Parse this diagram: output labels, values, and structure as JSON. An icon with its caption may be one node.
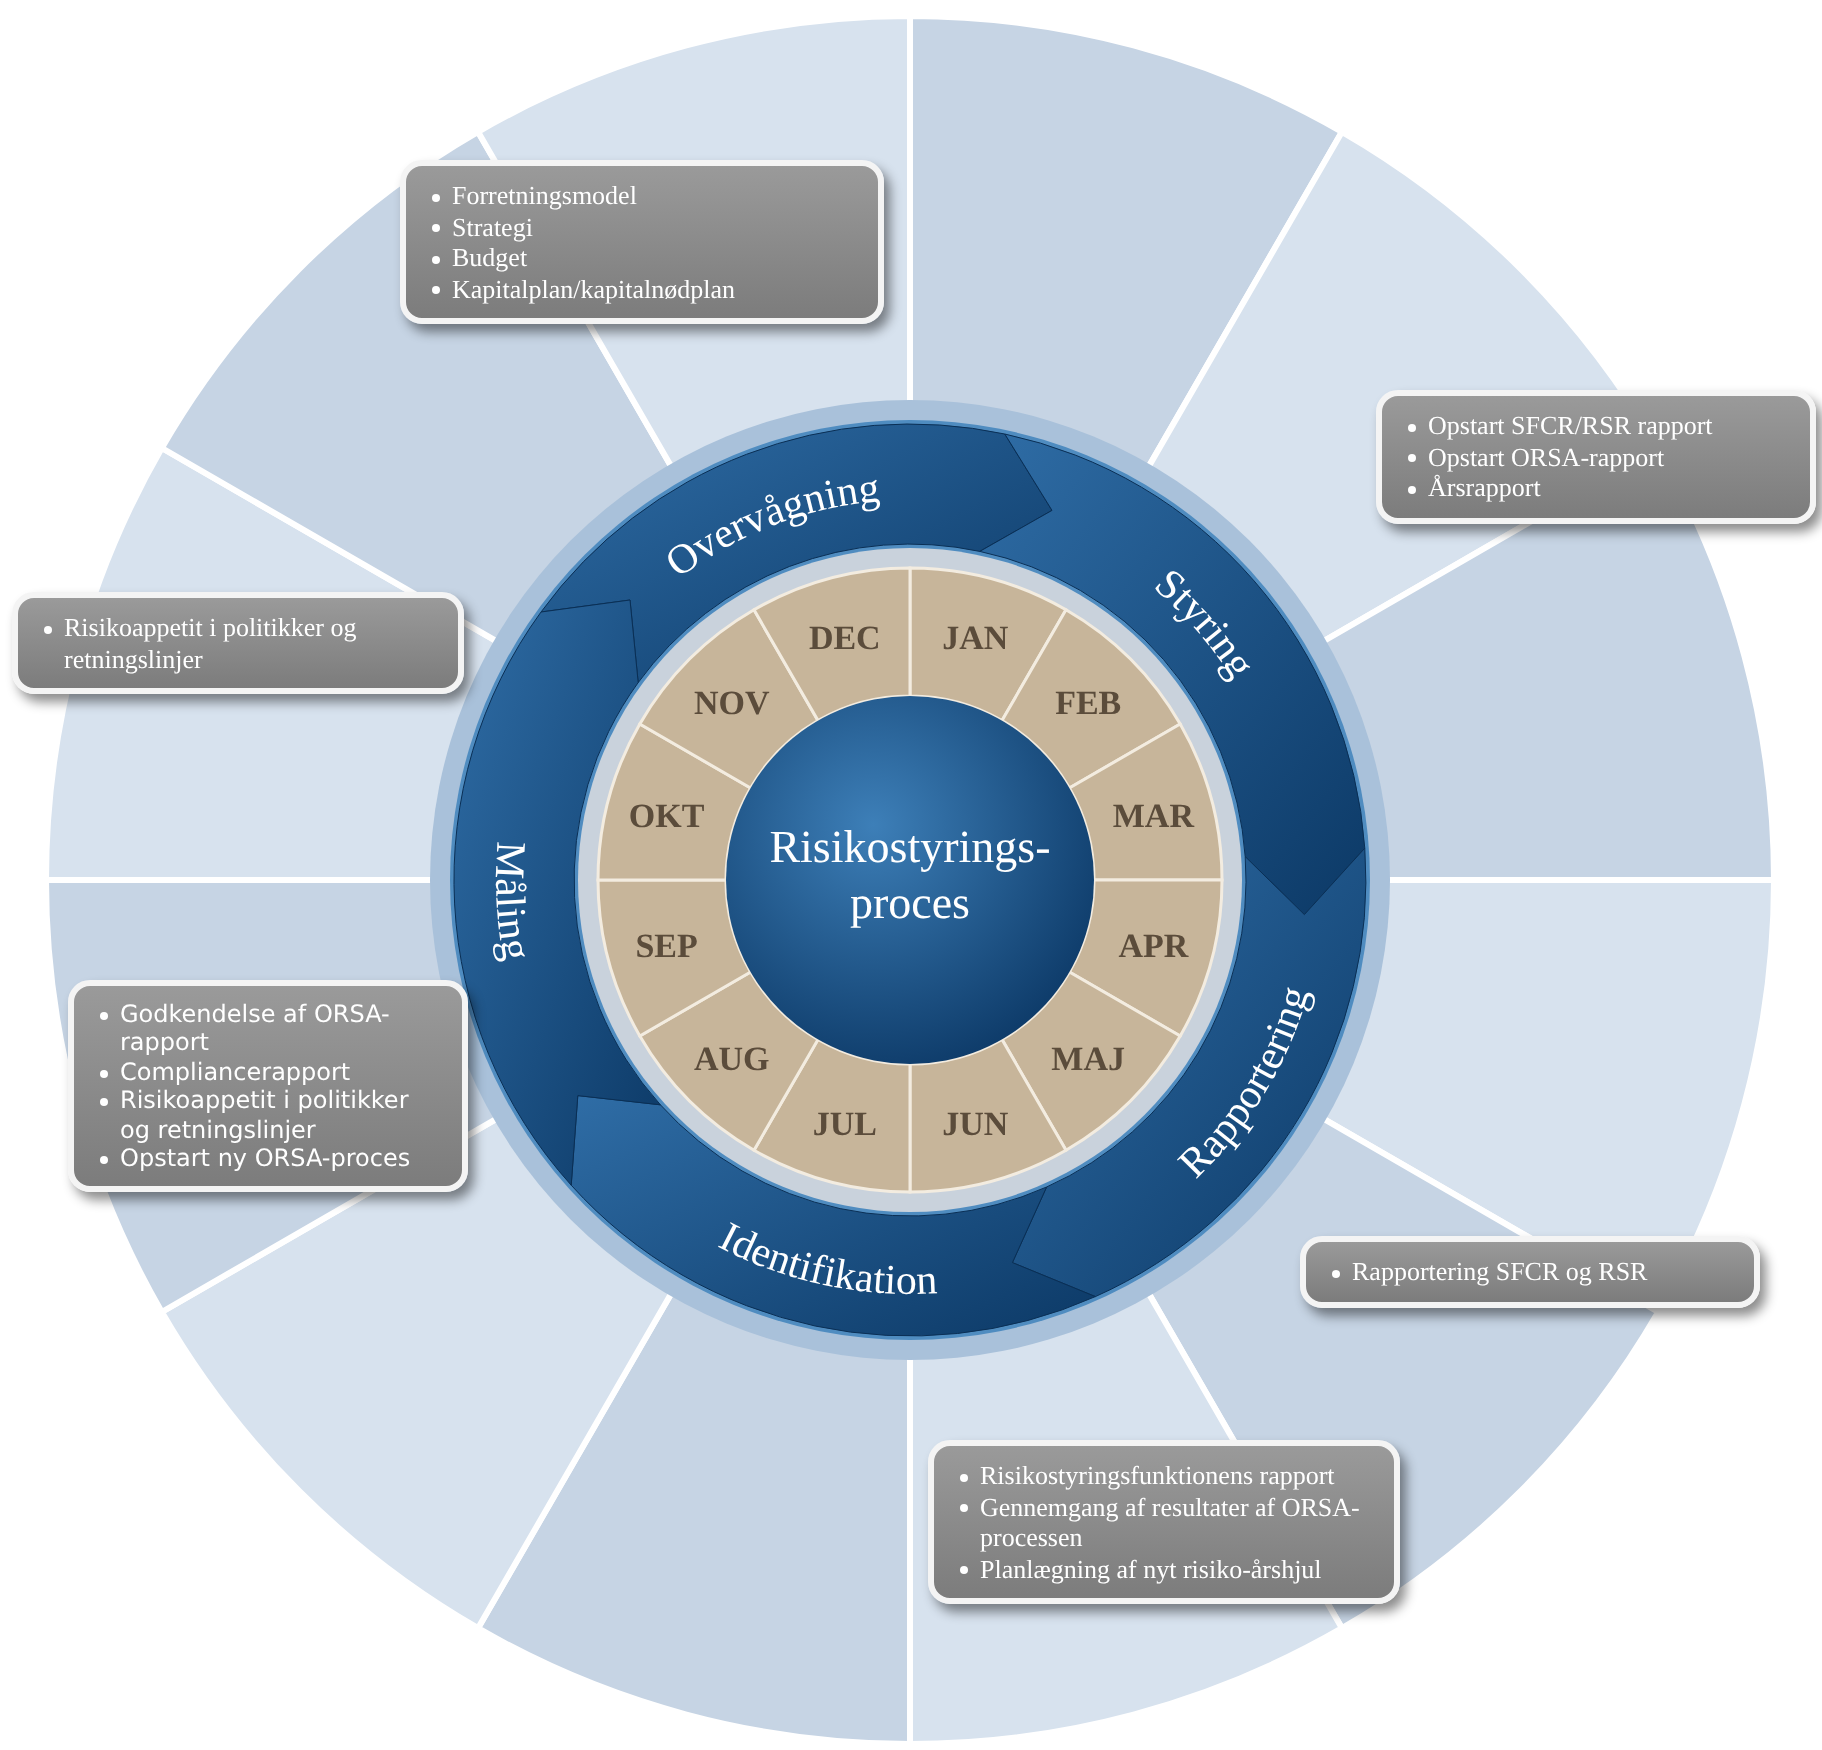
{
  "diagram": {
    "nodes": [
      {
        "text": [
          "Forretningsmodel",
          "Strategi",
          "Budget",
          "Kapitalplan/kapitalnødplan"
        ]
      },
      {
        "text": [
          "Opstart SFCR/RSR rapport",
          "Opstart ORSA-rapport",
          "Årsrapport"
        ]
      },
      {
        "text": [
          "Risikoappetit i politikker og retningslinjer"
        ]
      },
      {
        "text": [
          "Godkendelse af ORSA-rapport",
          "Compliancerapport",
          "Risikoappetit i politikker og retningslinjer",
          "Opstart ny ORSA-proces"
        ]
      },
      {
        "text": [
          "Rapportering SFCR og RSR"
        ]
      },
      {
        "text": [
          "Risikostyringsfunktionens rapport",
          "Gennemgang af resultater af ORSA-processen",
          "Planlægning af nyt risiko-årshjul"
        ]
      },
      {
        "text": [
          "Overvågning"
        ]
      },
      {
        "text": [
          "Styring"
        ]
      },
      {
        "text": [
          "Rapportering"
        ]
      },
      {
        "text": [
          "Identifikation"
        ]
      },
      {
        "text": [
          "Måling"
        ]
      },
      {
        "text": [
          "JAN"
        ]
      },
      {
        "text": [
          "FEB"
        ]
      },
      {
        "text": [
          "MAR"
        ]
      },
      {
        "text": [
          "APR"
        ]
      },
      {
        "text": [
          "MAJ"
        ]
      },
      {
        "text": [
          "JUN"
        ]
      },
      {
        "text": [
          "JUL"
        ]
      },
      {
        "text": [
          "AUG"
        ]
      },
      {
        "text": [
          "SEP"
        ]
      },
      {
        "text": [
          "OKT"
        ]
      },
      {
        "text": [
          "NOV"
        ]
      },
      {
        "text": [
          "DEC"
        ]
      },
      {
        "text": [
          "Risikostyrings- proces"
        ]
      }
    ]
  }
}
